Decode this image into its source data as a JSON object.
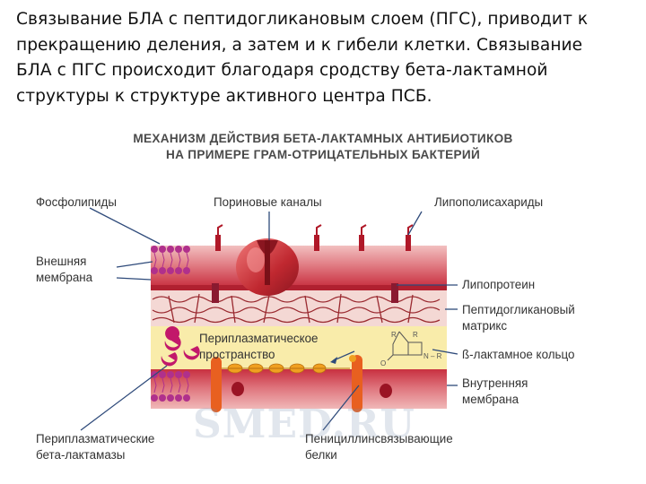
{
  "intro": {
    "lines": [
      "Связывание БЛА с пептидогликановым слоем (ПГС), приводит к",
      "прекращению деления, а затем и к гибели клетки. Связывание",
      "БЛА с ПГС происходит благодаря сродству бета-лактамной",
      "структуры к структуре активного центра ПСБ."
    ]
  },
  "diagram": {
    "title_line1": "МЕХАНИЗМ ДЕЙСТВИЯ БЕТА-ЛАКТАМНЫХ АНТИБИОТИКОВ",
    "title_line2": "НА ПРИМЕРЕ ГРАМ-ОТРИЦАТЕЛЬНЫХ БАКТЕРИЙ",
    "labels": {
      "phospholipids": "Фосфолипиды",
      "porin_channels": "Пориновые каналы",
      "lipopolysaccharides": "Липополисахариды",
      "outer_membrane_1": "Внешняя",
      "outer_membrane_2": "мембрана",
      "lipoprotein": "Липопротеин",
      "peptidoglycan_1": "Пептидогликановый",
      "peptidoglycan_2": "матрикс",
      "periplasm_1": "Периплазматическое",
      "periplasm_2": "пространство",
      "beta_lactam_ring": "ß-лактамное кольцо",
      "inner_membrane_1": "Внутренняя",
      "inner_membrane_2": "мембрана",
      "beta_lactamases_1": "Периплазматические",
      "beta_lactamases_2": "бета-лактамазы",
      "pbp_1": "Пенициллинсвязывающие",
      "pbp_2": "белки",
      "ring_r1": "R",
      "ring_r2": "R",
      "ring_n": "N – R",
      "ring_o": "O"
    },
    "watermark": "SMED.RU",
    "colors": {
      "membrane_red": "#c8283a",
      "membrane_pink": "#e8a0a4",
      "periplasm_yellow": "#f8eaa0",
      "porin": "#c0303c",
      "lipid_purple": "#b0308c",
      "beta_lactam_orange": "#f0a020",
      "pbp_orange": "#e86020",
      "pointer_blue": "#2e4a7a"
    }
  }
}
